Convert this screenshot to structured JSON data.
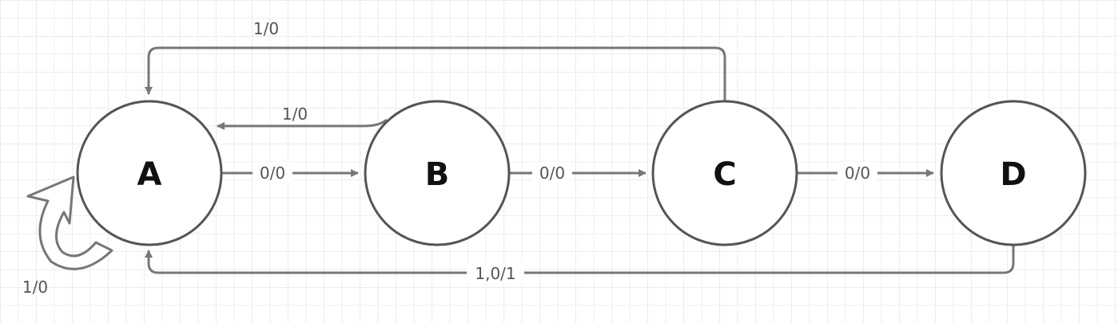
{
  "diagram": {
    "states": [
      {
        "id": "A",
        "label": "A"
      },
      {
        "id": "B",
        "label": "B"
      },
      {
        "id": "C",
        "label": "C"
      },
      {
        "id": "D",
        "label": "D"
      }
    ],
    "transitions": [
      {
        "id": "a-self",
        "from": "A",
        "to": "A",
        "label": "1/0"
      },
      {
        "id": "a-b",
        "from": "A",
        "to": "B",
        "label": "0/0"
      },
      {
        "id": "b-c",
        "from": "B",
        "to": "C",
        "label": "0/0"
      },
      {
        "id": "c-d",
        "from": "C",
        "to": "D",
        "label": "0/0"
      },
      {
        "id": "b-a",
        "from": "B",
        "to": "A",
        "label": "1/0"
      },
      {
        "id": "c-a",
        "from": "C",
        "to": "A",
        "label": "1/0"
      },
      {
        "id": "d-a",
        "from": "D",
        "to": "A",
        "label": "1,0/1"
      }
    ],
    "colors": {
      "edge": "#777777",
      "node_stroke": "#555555",
      "node_text": "#111111",
      "label_text": "#555555",
      "grid": "#ececec"
    }
  }
}
